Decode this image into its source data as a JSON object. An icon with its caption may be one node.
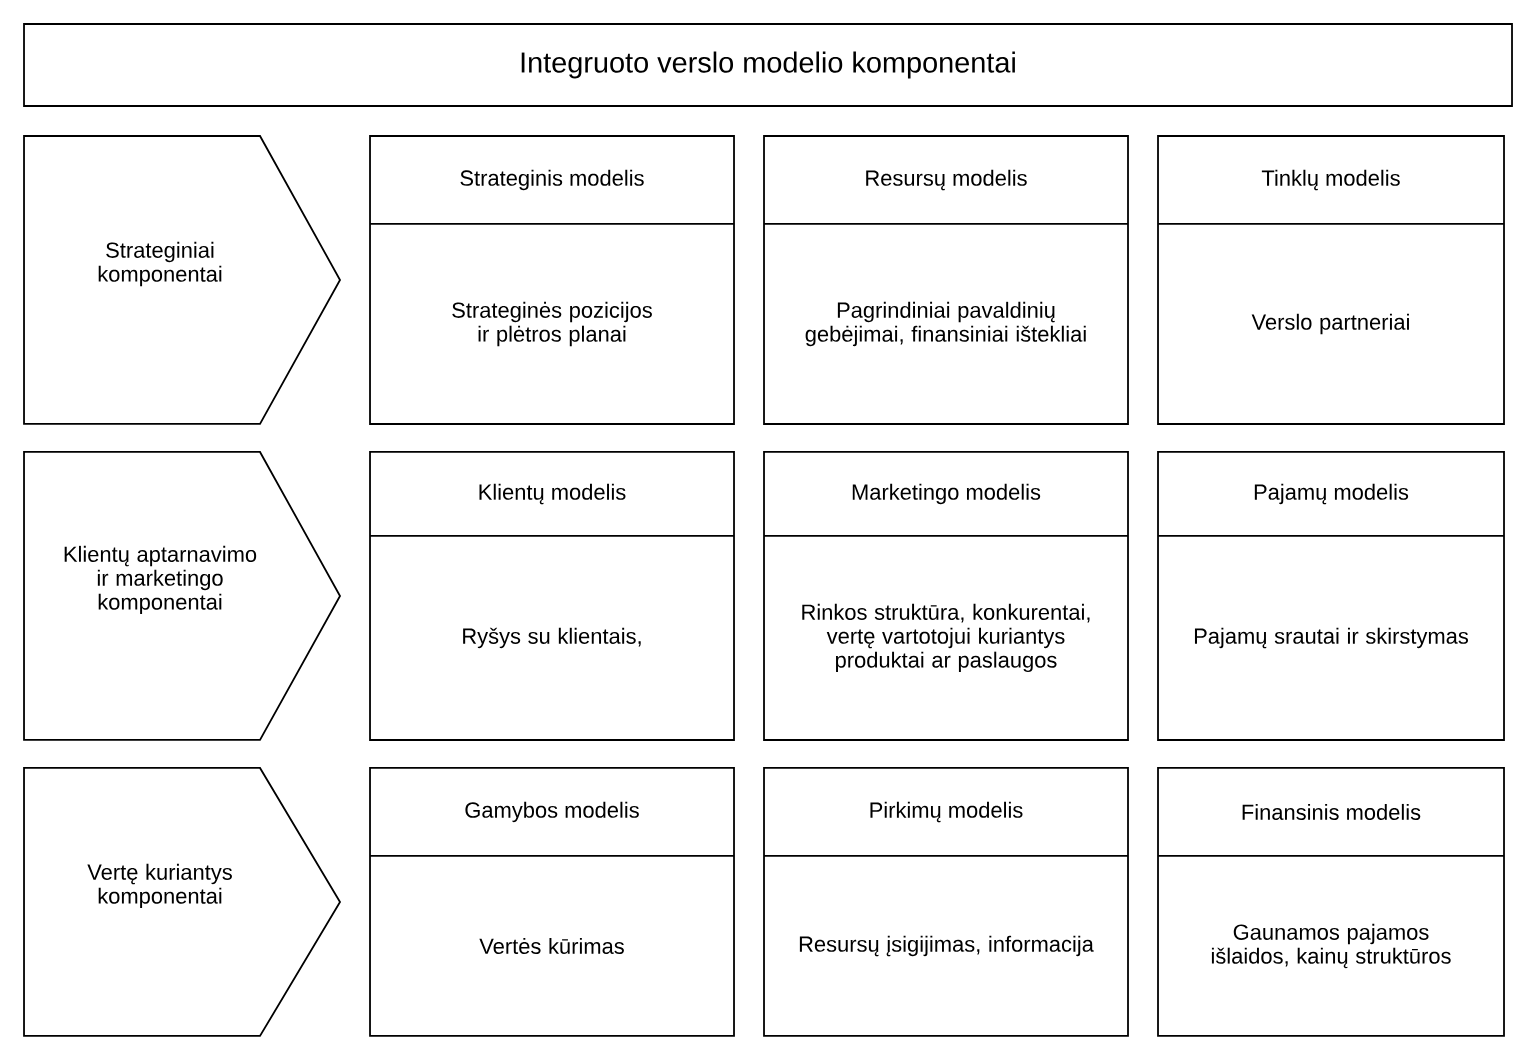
{
  "diagram": {
    "nodes": [
      {
        "text": [
          "Integruoto verslo modelio komponentai"
        ]
      },
      {
        "text": [
          "Strateginiai komponentai"
        ]
      },
      {
        "text": [
          "Strateginis modelis",
          "Strateginės pozicijos ir plėtros planai"
        ]
      },
      {
        "text": [
          "Resursų modelis",
          "Pagrindiniai pavaldinių gebėjimai, finansiniai ištekliai"
        ]
      },
      {
        "text": [
          "Tinklų modelis",
          "Verslo partneriai"
        ]
      },
      {
        "text": [
          "Klientų aptarnavimo ir marketingo komponentai"
        ]
      },
      {
        "text": [
          "Klientų modelis",
          "Ryšys su klientais,"
        ]
      },
      {
        "text": [
          "Marketingo modelis",
          "Rinkos struktūra, konkurentai, vertę vartotojui kuriantys produktai ar paslaugos"
        ]
      },
      {
        "text": [
          "Pajamų modelis",
          "Pajamų srautai ir skirstymas"
        ]
      },
      {
        "text": [
          "Vertę kuriantys komponentai"
        ]
      },
      {
        "text": [
          "Gamybos modelis",
          "Vertės kūrimas"
        ]
      },
      {
        "text": [
          "Pirkimų modelis",
          "Resursų įsigijimas, informacija"
        ]
      },
      {
        "text": [
          "Finansinis modelis",
          "Gaunamos pajamos išlaidos, kainų struktūros"
        ]
      }
    ]
  }
}
